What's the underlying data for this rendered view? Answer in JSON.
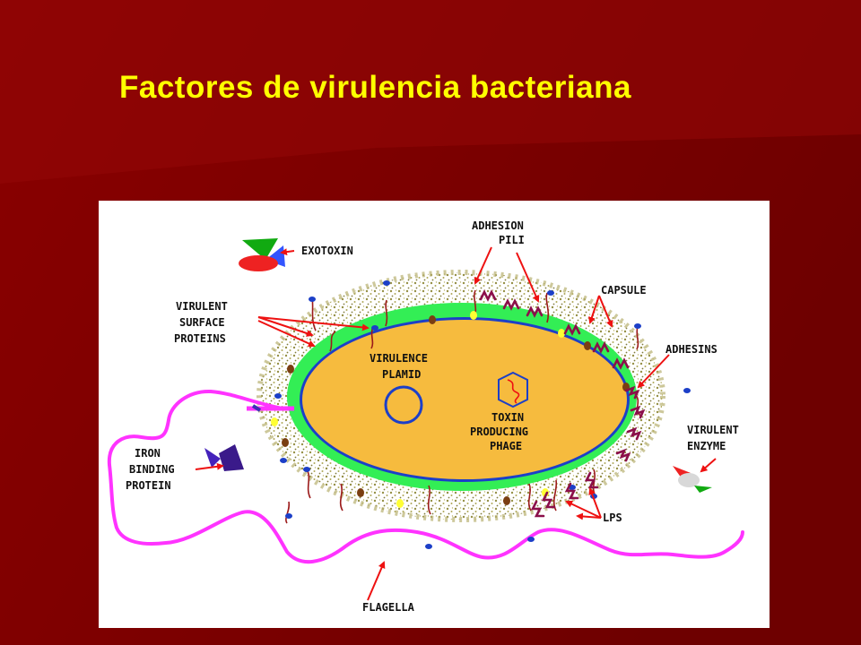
{
  "slide": {
    "title": "Factores de virulencia bacteriana"
  },
  "colors": {
    "background": "#7a0000",
    "title": "#ffff00",
    "cytoplasm": "#f6bb3e",
    "cell_wall": "#33ee55",
    "inner_membrane": "#1c3fc8",
    "flagella": "#ff33ff",
    "arrows": "#ee1111",
    "pili": "#8b0f4a"
  },
  "diagram": {
    "labels": {
      "exotoxin": "EXOTOXIN",
      "adhesion_1": "ADHESION",
      "adhesion_2": "PILI",
      "capsule": "CAPSULE",
      "surface_1": "VIRULENT",
      "surface_2": "SURFACE",
      "surface_3": "PROTEINS",
      "plasmid_1": "VIRULENCE",
      "plasmid_2": "PLAMID",
      "adhesins": "ADHESINS",
      "phage_1": "TOXIN",
      "phage_2": "PRODUCING",
      "phage_3": "PHAGE",
      "enzyme_1": "VIRULENT",
      "enzyme_2": "ENZYME",
      "iron_1": "IRON",
      "iron_2": "BINDING",
      "iron_3": "PROTEIN",
      "lps": "LPS",
      "flagella": "FLAGELLA"
    }
  }
}
